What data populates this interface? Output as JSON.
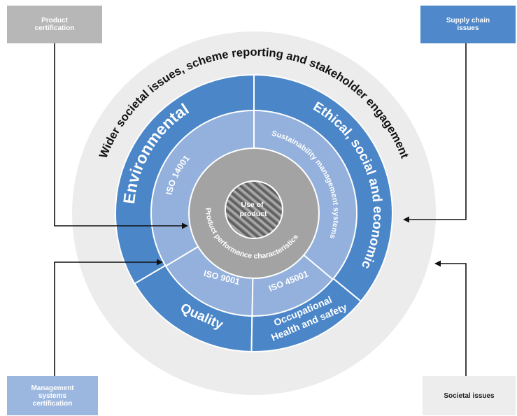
{
  "boxes": {
    "product_certification": [
      "Product",
      "certification"
    ],
    "supply_chain": [
      "Supply chain",
      "issues"
    ],
    "management_systems": [
      "Management",
      "systems",
      "certification"
    ],
    "societal": [
      "Societal issues"
    ]
  },
  "rings": {
    "outer_label": "Wider societal issues, scheme reporting and stakeholder engagement",
    "environmental": "Environmental",
    "ethical": "Ethical, social and economic",
    "quality": "Quality",
    "ohs": [
      "Occupational",
      "Health and safety"
    ],
    "iso14001": "ISO 14001",
    "sms": "Sustainability management systems",
    "iso9001": "ISO 9001",
    "iso45001": "ISO 45001",
    "ppc": "Product performance characteristics",
    "use_of_product": [
      "Use of",
      "product"
    ]
  },
  "colors": {
    "outer_ring": "#ececec",
    "dark_blue": "#4b86c8",
    "light_blue": "#93b1dc",
    "grey_core": "#a3a3a3",
    "grey_box": "#b7b7b7",
    "blue_box": "#4f89cb",
    "light_box": "#9cb7df",
    "pale_box": "#ededed"
  }
}
